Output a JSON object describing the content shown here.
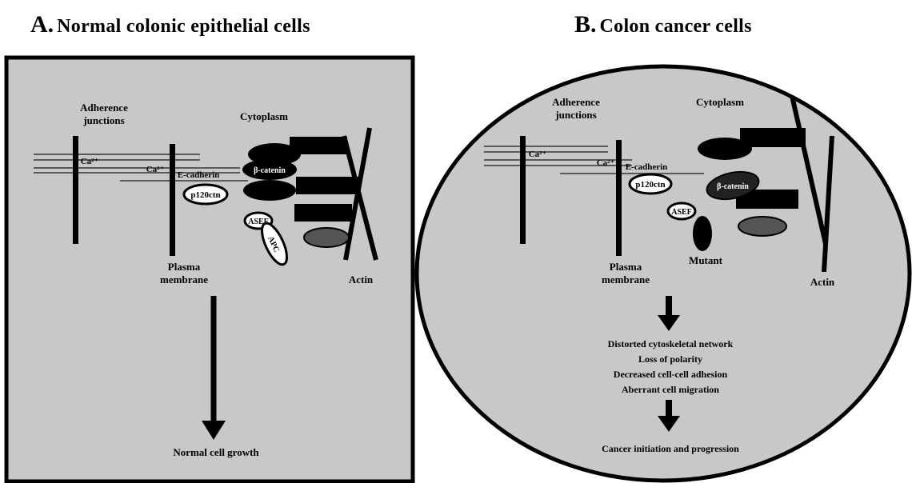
{
  "panel_a": {
    "letter": "A.",
    "title": "Normal colonic epithelial cells",
    "adherence_line1": "Adherence",
    "adherence_line2": "junctions",
    "cytoplasm": "Cytoplasm",
    "ca_left": "Ca²⁺",
    "ca_mid": "Ca²⁺",
    "e_cadherin": "E-cadherin",
    "p120ctn": "p120ctn",
    "b_catenin": "β-catenin",
    "asef": "ASEF",
    "apc": "APC",
    "plasma_line1": "Plasma",
    "plasma_line2": "membrane",
    "actin": "Actin",
    "outcome": "Normal cell growth"
  },
  "panel_b": {
    "letter": "B.",
    "title": "Colon cancer cells",
    "adherence_line1": "Adherence",
    "adherence_line2": "junctions",
    "cytoplasm": "Cytoplasm",
    "ca_left": "Ca²⁺",
    "ca_mid": "Ca²⁺",
    "e_cadherin": "E-cadherin",
    "p120ctn": "p120ctn",
    "b_catenin": "β-catenin",
    "asef": "ASEF",
    "mutant": "Mutant",
    "plasma_line1": "Plasma",
    "plasma_line2": "membrane",
    "actin": "Actin",
    "effects": [
      "Distorted cytoskeletal network",
      "Loss of polarity",
      "Decreased cell-cell adhesion",
      "Aberrant cell migration"
    ],
    "outcome": "Cancer initiation and progression"
  },
  "colors": {
    "background": "#c8c8c8",
    "ink": "#000000",
    "page": "#ffffff"
  }
}
